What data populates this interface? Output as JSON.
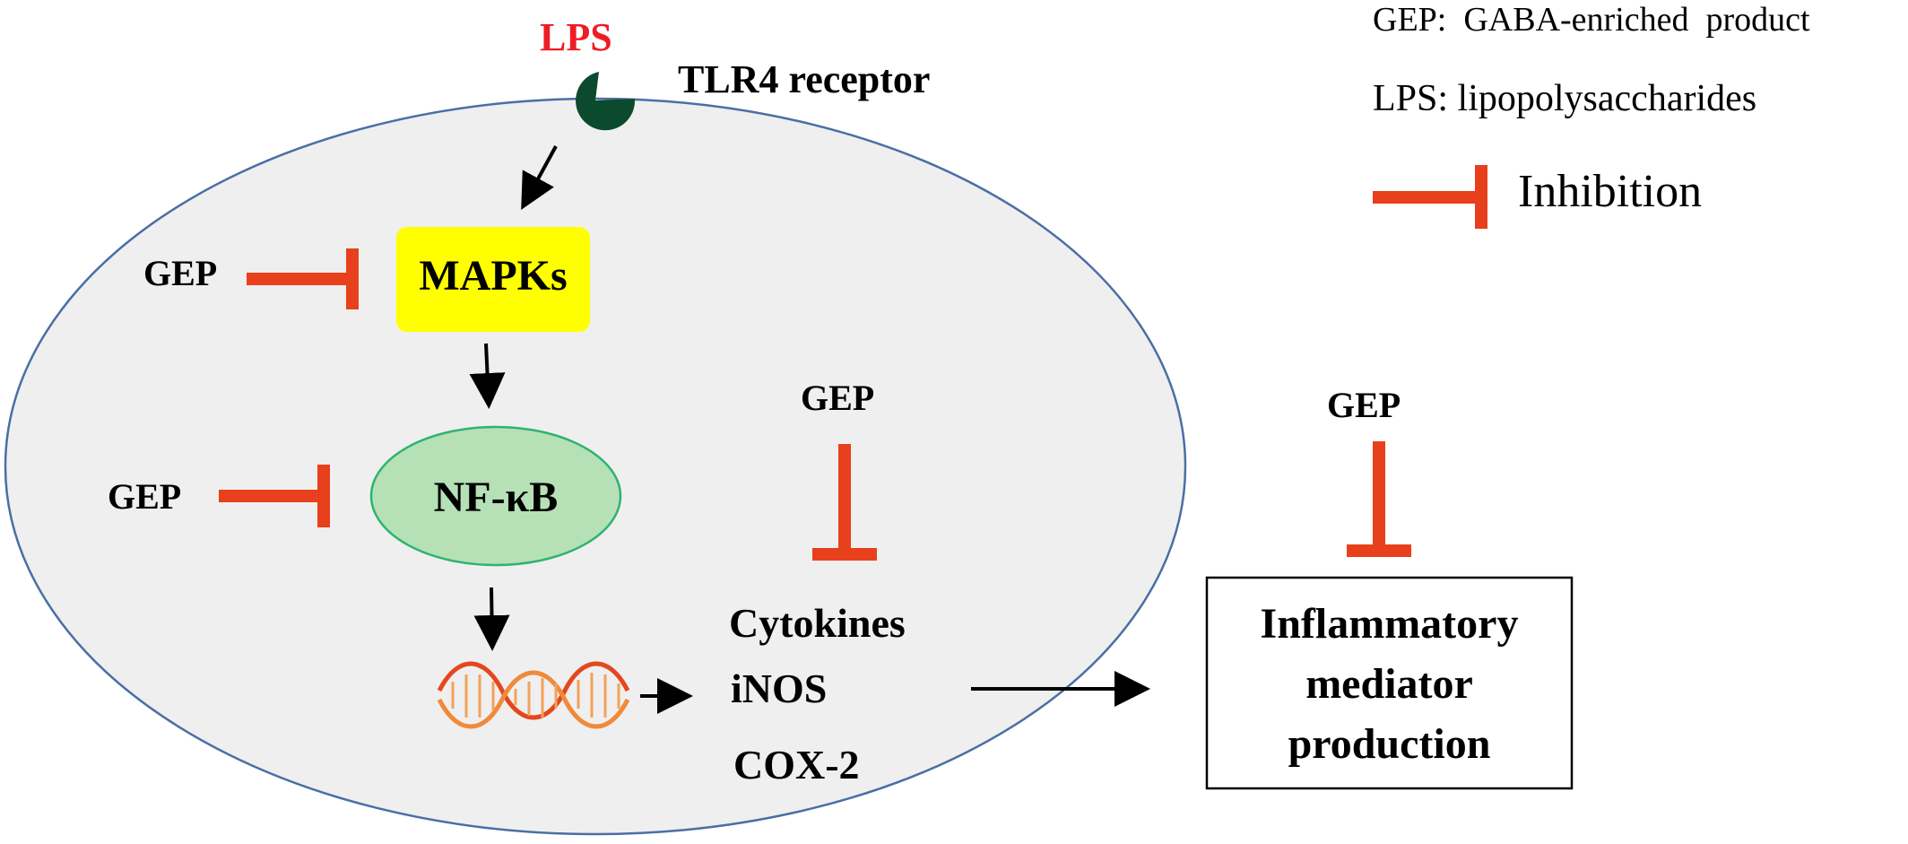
{
  "lps_label": "LPS",
  "receptor_label": "TLR4 receptor",
  "legend": {
    "gep_definition": "GEP:  GABA-enriched  product",
    "lps_definition": "LPS: lipopolysaccharides",
    "inhibition_label": "Inhibition"
  },
  "nodes": {
    "mapks": "MAPKs",
    "nfkb": "NF-κB",
    "cytokines": "Cytokines",
    "inos": "iNOS",
    "cox2": "COX-2",
    "outcome_line1": "Inflammatory",
    "outcome_line2": "mediator",
    "outcome_line3": "production"
  },
  "inhibitors": {
    "gep_mapks": "GEP",
    "gep_nfkb": "GEP",
    "gep_cytokines": "GEP",
    "gep_outcome": "GEP"
  },
  "colors": {
    "lps_red": "#ee1c24",
    "inhibition_red": "#e8401c",
    "cell_fill": "#efefef",
    "cell_border": "#4a6fa5",
    "receptor_green": "#0b4a2c",
    "mapks_yellow": "#ffff00",
    "nfkb_fill": "#b6e0b6",
    "nfkb_border": "#2fb372"
  }
}
